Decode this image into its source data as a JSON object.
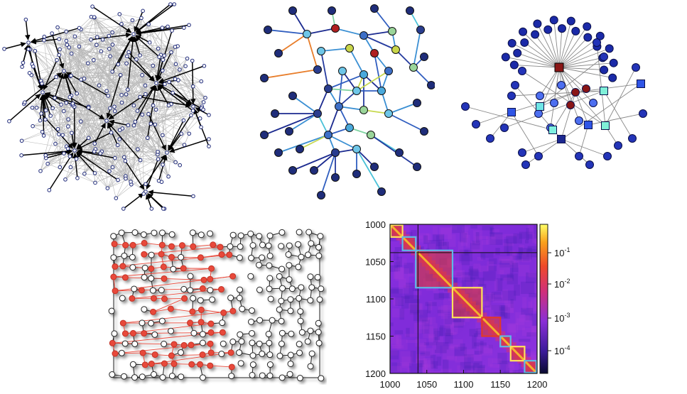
{
  "figure": {
    "panels": [
      {
        "id": "directed-network",
        "kind": "directed graph with grey edges and black arrows"
      },
      {
        "id": "weighted-network",
        "kind": "network with colored weighted edges"
      },
      {
        "id": "hub-network",
        "kind": "hub network with circle and square nodes"
      },
      {
        "id": "path-network",
        "kind": "grid graph with red highlighted path"
      },
      {
        "id": "matrix-heatmap",
        "kind": "heatmap with block boxes"
      }
    ],
    "colors": {
      "edge_grey": "#b9b9b9",
      "node_navy": "#1f2a7a",
      "red_path": "#e8483a",
      "box_yellow": "#ffe25a",
      "box_cyan": "#5fb8e6"
    }
  },
  "heatmap": {
    "x_ticks": [
      "1000",
      "1050",
      "1100",
      "1150",
      "1200"
    ],
    "y_ticks": [
      "1000",
      "1050",
      "1100",
      "1150",
      "1200"
    ],
    "colorbar_ticks": [
      {
        "base": "10",
        "exp": "-1"
      },
      {
        "base": "10",
        "exp": "-2"
      },
      {
        "base": "10",
        "exp": "-3"
      },
      {
        "base": "10",
        "exp": "-4"
      }
    ],
    "range": [
      1000,
      1200
    ],
    "crosshair": 1038,
    "blocks": [
      {
        "start": 1001,
        "end": 1017,
        "color": "yellow"
      },
      {
        "start": 1017,
        "end": 1035,
        "color": "cyan"
      },
      {
        "start": 1035,
        "end": 1085,
        "color": "cyan"
      },
      {
        "start": 1085,
        "end": 1125,
        "color": "yellow"
      },
      {
        "start": 1125,
        "end": 1150,
        "color": "red"
      },
      {
        "start": 1150,
        "end": 1164,
        "color": "cyan"
      },
      {
        "start": 1164,
        "end": 1183,
        "color": "yellow"
      },
      {
        "start": 1183,
        "end": 1199,
        "color": "cyan"
      }
    ]
  }
}
